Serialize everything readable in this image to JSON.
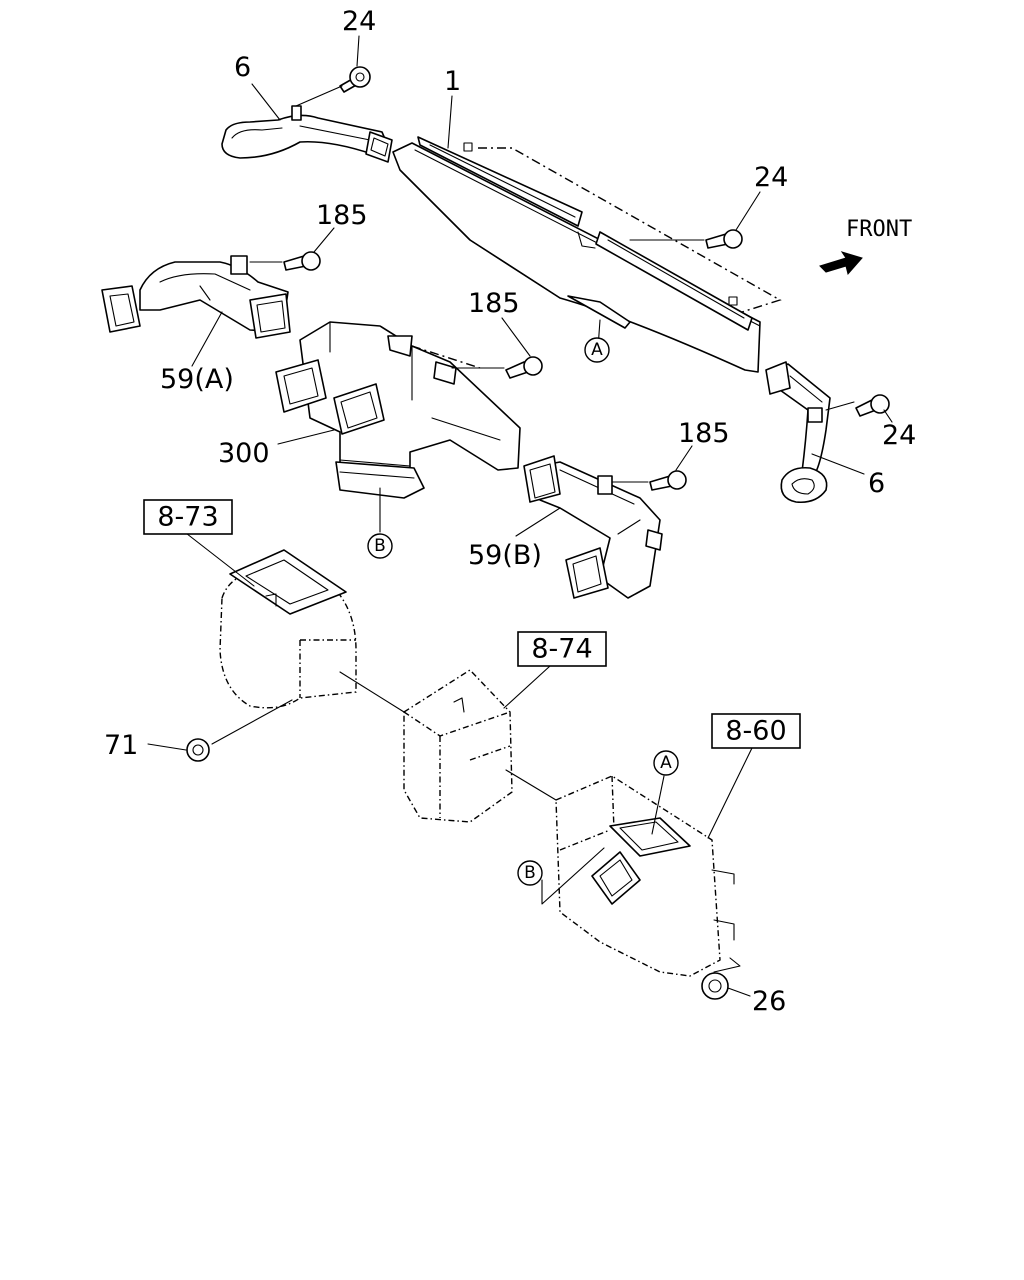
{
  "front_label": "FRONT",
  "callouts": {
    "c24_top": "24",
    "c6_top": "6",
    "c1": "1",
    "c24_mid": "24",
    "c185_a": "185",
    "c59a": "59(A)",
    "c185_b": "185",
    "c300": "300",
    "c24_right": "24",
    "c6_right": "6",
    "c185_c": "185",
    "c59b": "59(B)",
    "c71": "71",
    "c26": "26"
  },
  "refs": {
    "r873": "8-73",
    "r874": "8-74",
    "r860": "8-60"
  },
  "connectors": {
    "a1": "A",
    "b1": "B",
    "a2": "A",
    "b2": "B"
  }
}
